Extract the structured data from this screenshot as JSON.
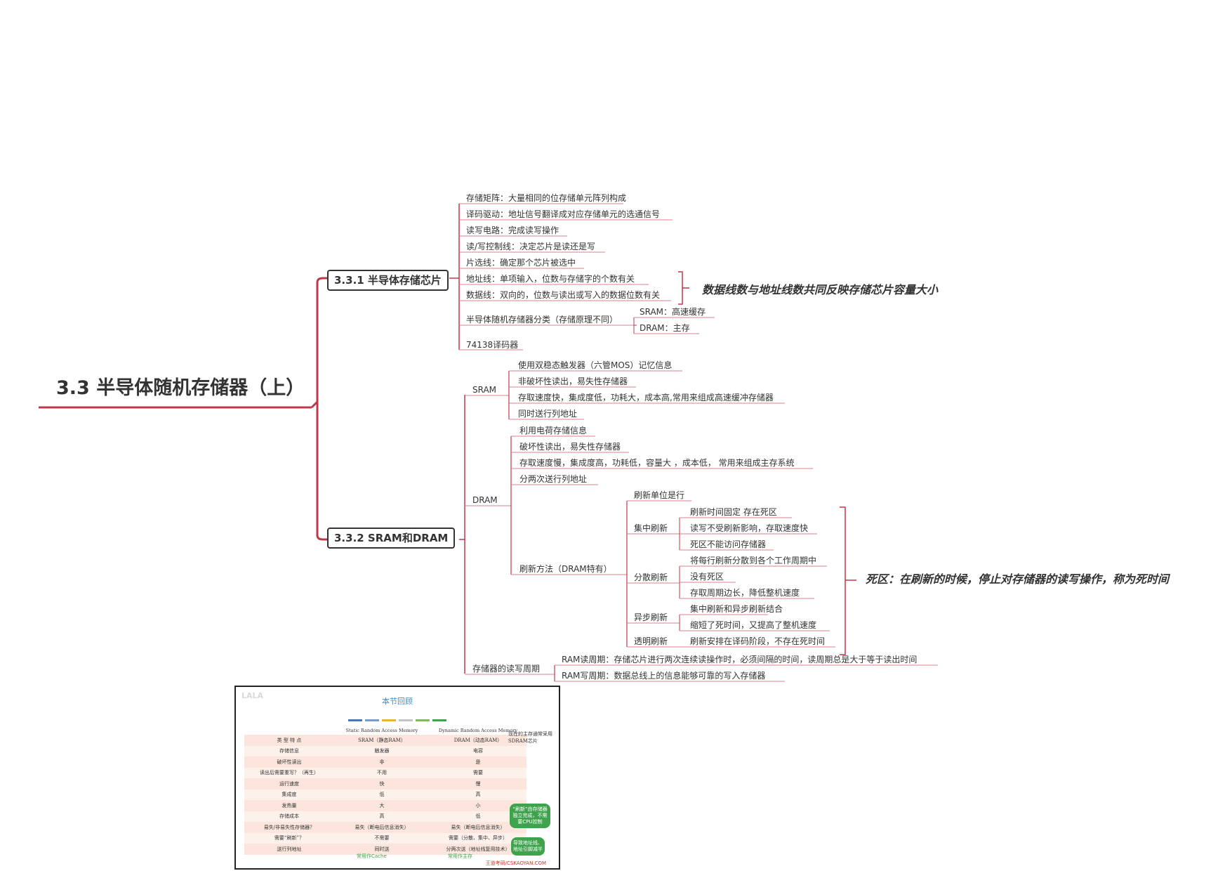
{
  "root": {
    "title": "3.3 半导体随机存储器（上）"
  },
  "branch1": {
    "title": "3.3.1 半导体存储芯片",
    "items": [
      "存储矩阵：大量相同的位存储单元阵列构成",
      "译码驱动：地址信号翻译成对应存储单元的选通信号",
      "读写电路：完成读写操作",
      "读/写控制线：决定芯片是读还是写",
      "片选线：确定那个芯片被选中",
      "地址线：单项输入，位数与存储字的个数有关",
      "数据线：双向的，位数与读出或写入的数据位数有关"
    ],
    "classify": {
      "label": "半导体随机存储器分类（存储原理不同）",
      "children": [
        "SRAM：高速缓存",
        "DRAM：主存"
      ]
    },
    "decoder": "74138译码器",
    "note": "数据线数与地址线数共同反映存储芯片容量大小"
  },
  "branch2": {
    "title": "3.3.2  SRAM和DRAM",
    "sram": {
      "label": "SRAM",
      "items": [
        "使用双稳态触发器（六管MOS）记忆信息",
        "非破坏性读出，易失性存储器",
        "存取速度快，集成度低，功耗大，成本高,常用来组成高速缓冲存储器",
        "同时送行列地址"
      ]
    },
    "dram": {
      "label": "DRAM",
      "items": [
        "利用电荷存储信息",
        "破坏性读出，易失性存储器",
        "存取速度慢，集成度高，功耗低，容量大  ，成本低，  常用来组成主存系统",
        "分两次送行列地址"
      ],
      "refresh": {
        "label": "刷新方法（DRAM特有）",
        "unit": "刷新单位是行",
        "central": {
          "label": "集中刷新",
          "items": [
            "刷新时间固定  存在死区",
            "读写不受刷新影响，存取速度快",
            "死区不能访问存储器"
          ]
        },
        "dispersed": {
          "label": "分散刷新",
          "items": [
            "将每行刷新分散到各个工作周期中",
            "没有死区",
            "存取周期边长，降低整机速度"
          ]
        },
        "async": {
          "label": "异步刷新",
          "items": [
            "集中刷新和异步刷新结合",
            "缩短了死时间，又提高了整机速度"
          ]
        },
        "transparent": {
          "label": "透明刷新",
          "items": [
            "刷新安排在译码阶段，不存在死时间"
          ]
        }
      }
    },
    "cycle": {
      "label": "存储器的读写周期",
      "items": [
        "RAM读周期：存储芯片进行两次连续读操作时，必须间隔的时间，读周期总是大于等于读出时间",
        "RAM写周期：数据总线上的信息能够可靠的写入存储器"
      ]
    },
    "note": "死区：在刷新的时候，停止对存储器的读写操作，称为死时间"
  },
  "review": {
    "watermark": "LALA",
    "title": "本节回顾",
    "stripe_colors": [
      "#4a76b8",
      "#7a9bc9",
      "#e8b33a",
      "#c4c4c4",
      "#7fb85e",
      "#3fa34d"
    ],
    "col_sub": [
      "",
      "Static Random Access Memory",
      "Dynamic Random Access Memory"
    ],
    "header": [
      "类  型  特  点",
      "SRAM（静态RAM）",
      "DRAM（动态RAM）"
    ],
    "rows": [
      [
        "存储信息",
        "触发器",
        "电容"
      ],
      [
        "破坏性读出",
        "非",
        "是"
      ],
      [
        "读出后需要重写？（再生）",
        "不用",
        "需要"
      ],
      [
        "运行速度",
        "快",
        "慢"
      ],
      [
        "集成度",
        "低",
        "高"
      ],
      [
        "发热量",
        "大",
        "小"
      ],
      [
        "存储成本",
        "高",
        "低"
      ],
      [
        "易失/非易失性存储器？",
        "易失（断电后信息消失）",
        "易失（断电后信息消失）"
      ],
      [
        "需要“刷新”？",
        "不需要",
        "需要（分散、集中、异步）"
      ],
      [
        "送行列地址",
        "同时送",
        "分两次送（地址线复用技术）"
      ]
    ],
    "side_note": "现在的主存通常采用SDRAM芯片",
    "bubble1": "“刷新”由存储器独立完成，不需要CPU控制",
    "bubble2": "导致地址线、地址引脚减半",
    "foot_sram": "常用作Cache",
    "foot_dram": "常用作主存",
    "brand": "王道考研/CSKAOYAN.COM"
  },
  "colors": {
    "branch_line": "#c0394b",
    "leaf_line": "#d9808c"
  }
}
